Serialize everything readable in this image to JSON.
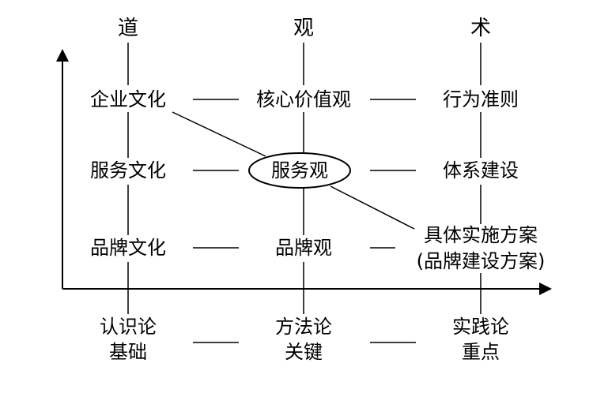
{
  "headers": {
    "dao": "道",
    "guan": "观",
    "shu": "术"
  },
  "row1": {
    "culture": "企业文化",
    "view": "核心价值观",
    "practice": "行为准则"
  },
  "row2": {
    "culture": "服务文化",
    "view": "服务观",
    "practice": "体系建设"
  },
  "row3": {
    "culture": "品牌文化",
    "view": "品牌观",
    "practice_line1": "具体实施方案",
    "practice_line2": "(品牌建设方案)"
  },
  "bottom": {
    "left_line1": "认识论",
    "left_line2": "基础",
    "mid_line1": "方法论",
    "mid_line2": "关键",
    "right_line1": "实践论",
    "right_line2": "重点"
  }
}
